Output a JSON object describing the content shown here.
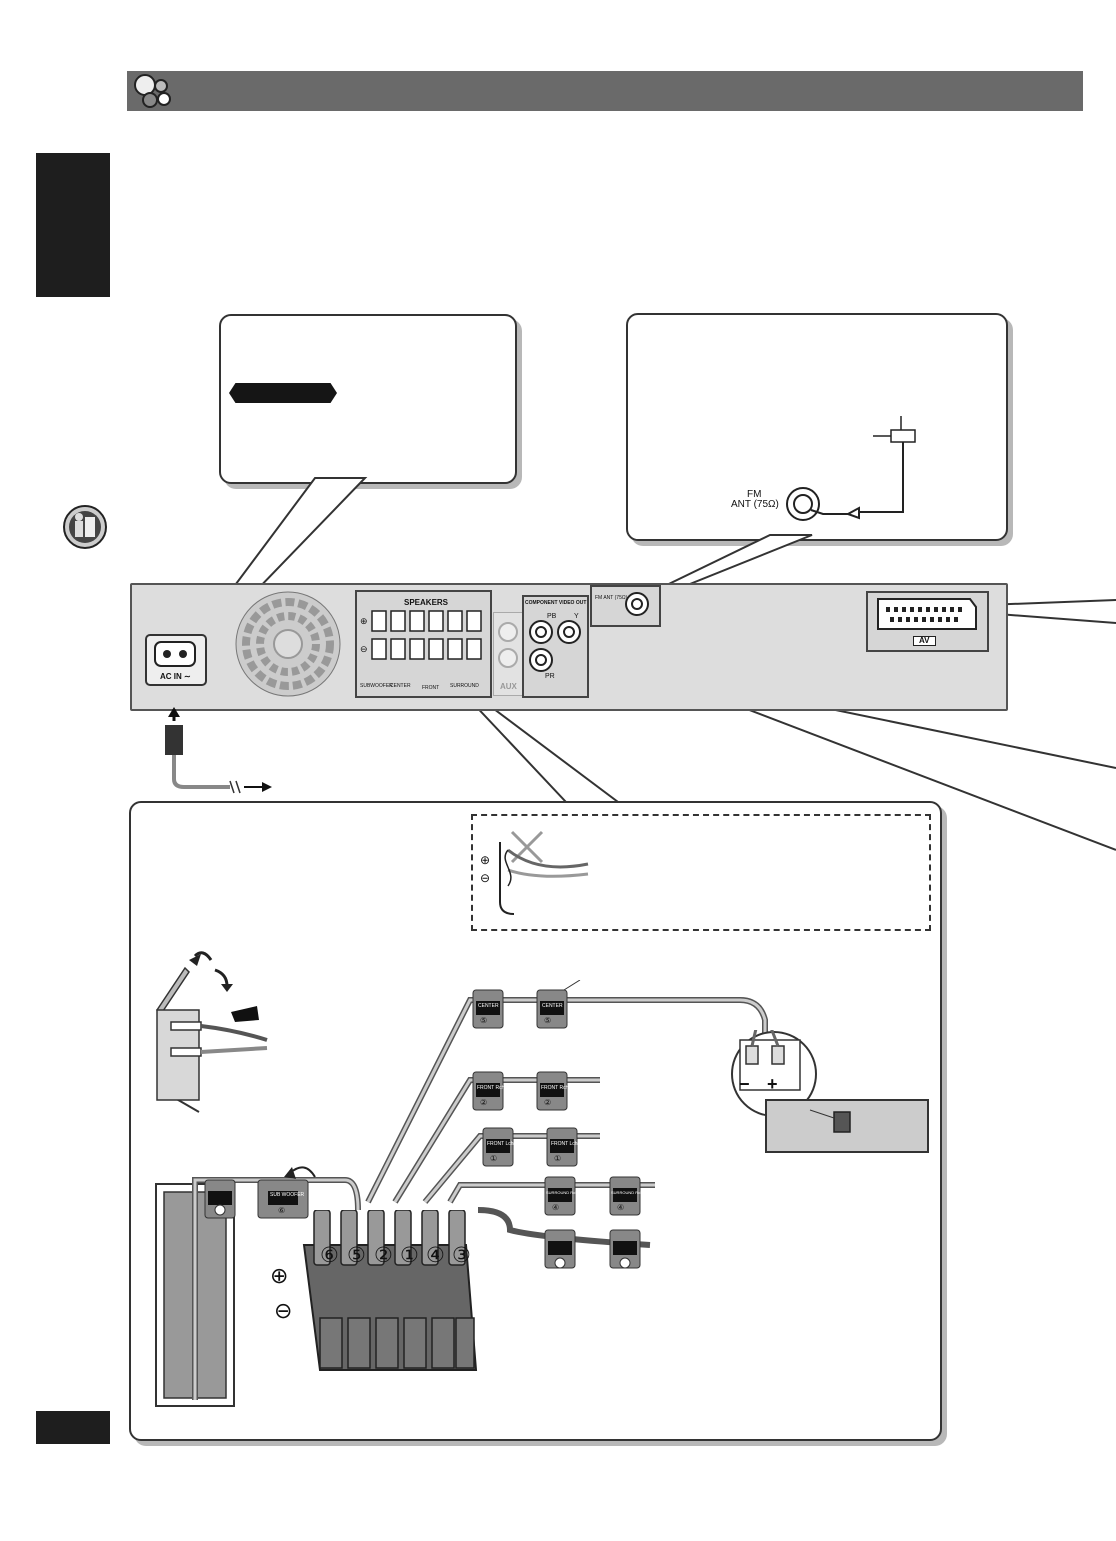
{
  "unit_panel": {
    "ac_in": "AC IN ∼",
    "speakers": "SPEAKERS",
    "subwoofer": "SUBWOOFER",
    "center": "CENTER",
    "front": "FRONT",
    "surround": "SURROUND",
    "aux": "AUX",
    "component_video_out": "COMPONENT VIDEO OUT",
    "pb": "PB",
    "pr": "PR",
    "y": "Y",
    "fm_ant": "FM ANT (75Ω)",
    "av": "AV"
  },
  "fm_callout": {
    "fm_line1": "FM",
    "fm_line2": "ANT (75Ω)"
  },
  "speaker_tags": {
    "center": "CENTER",
    "center_num": "⑤",
    "front_rch": "FRONT Rch",
    "front_rch_num": "②",
    "front_lch": "FRONT Lch",
    "front_lch_num": "①",
    "surround_rch": "SURROUND Rch",
    "surround_rch_num": "④",
    "sub_woofer": "SUB WOOFER",
    "sub_woofer_num": "⑥"
  },
  "terminals": {
    "plus": "⊕",
    "minus": "⊖",
    "numbers": [
      "⑥",
      "⑤",
      "②",
      "①",
      "④",
      "③"
    ]
  },
  "speaker_polarity": {
    "minus": "−",
    "plus": "+"
  }
}
